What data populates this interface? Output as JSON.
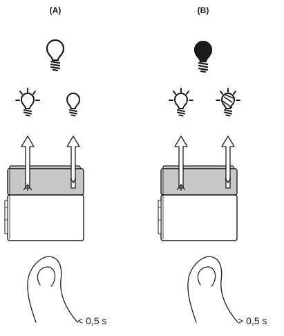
{
  "panels": [
    {
      "label": "(A)",
      "duration": "< 0,5 s"
    },
    {
      "label": "(B)",
      "duration": "> 0,5 s"
    }
  ],
  "icons": {
    "panel_a": [
      "bulb-outline-icon",
      "bulb-on-icon",
      "bulb-off-icon",
      "arrow-up-icon",
      "arrow-up-icon",
      "switch-device-icon",
      "finger-press-icon"
    ],
    "panel_b": [
      "bulb-filled-icon",
      "bulb-on-icon",
      "bulb-dimming-icon",
      "arrow-up-icon",
      "arrow-up-icon",
      "switch-device-icon",
      "finger-press-icon"
    ]
  },
  "colors": {
    "line": "#1a1a1a",
    "rocker": "#c8c8c8",
    "background": "#ffffff"
  }
}
